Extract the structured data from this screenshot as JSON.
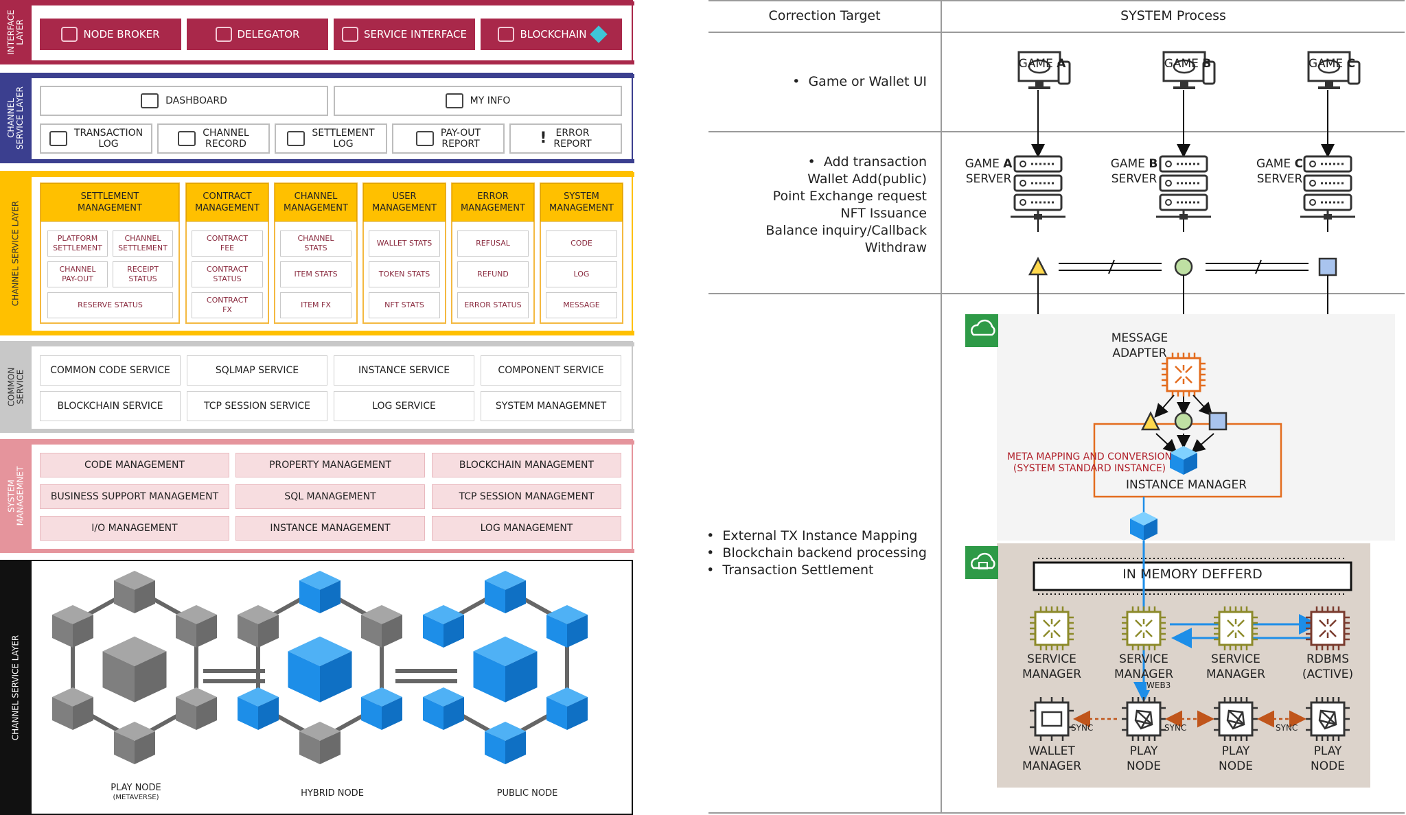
{
  "left": {
    "interface_layer": {
      "label": "INTERFACE\nLAYER",
      "color": "#a9284a",
      "buttons": [
        "NODE BROKER",
        "DELEGATOR",
        "SERVICE INTERFACE",
        "BLOCKCHAIN"
      ]
    },
    "channel_service_top": {
      "label": "CHANNEL\nSERVICE LAYER",
      "color": "#3b3f8f",
      "dashboard": "DASHBOARD",
      "my_info": "MY INFO",
      "items": [
        "TRANSACTION\nLOG",
        "CHANNEL\nRECORD",
        "SETTLEMENT\nLOG",
        "PAY-OUT\nREPORT",
        "ERROR\nREPORT"
      ]
    },
    "channel_service_mgmt": {
      "label": "CHANNEL SERVICE LAYER",
      "color": "#ffc000",
      "columns": [
        {
          "head": "SETTLEMENT\nMANAGEMENT",
          "items": [
            "PLATFORM\nSETTLEMENT",
            "CHANNEL\nSETTLEMENT",
            "CHANNEL\nPAY-OUT",
            "RECEIPT\nSTATUS",
            "RESERVE STATUS"
          ]
        },
        {
          "head": "CONTRACT\nMANAGEMENT",
          "items": [
            "CONTRACT\nFEE",
            "CONTRACT\nSTATUS",
            "CONTRACT\nFX"
          ]
        },
        {
          "head": "CHANNEL\nMANAGEMENT",
          "items": [
            "CHANNEL\nSTATS",
            "ITEM STATS",
            "ITEM FX"
          ]
        },
        {
          "head": "USER\nMANAGEMENT",
          "items": [
            "WALLET STATS",
            "TOKEN STATS",
            "NFT STATS"
          ]
        },
        {
          "head": "ERROR\nMANAGEMENT",
          "items": [
            "REFUSAL",
            "REFUND",
            "ERROR STATUS"
          ]
        },
        {
          "head": "SYSTEM\nMANAGEMENT",
          "items": [
            "CODE",
            "LOG",
            "MESSAGE"
          ]
        }
      ]
    },
    "common_service": {
      "label": "COMMON\nSERVICE",
      "color": "#c8c8c8",
      "items": [
        "COMMON CODE SERVICE",
        "SQLMAP SERVICE",
        "INSTANCE SERVICE",
        "COMPONENT SERVICE",
        "BLOCKCHAIN SERVICE",
        "TCP SESSION SERVICE",
        "LOG SERVICE",
        "SYSTEM MANAGEMNET"
      ]
    },
    "system_management": {
      "label": "SYSTEM\nMANAGEMNET",
      "color": "#e5949c",
      "items": [
        "CODE MANAGEMENT",
        "PROPERTY MANAGEMENT",
        "BLOCKCHAIN MANAGEMENT",
        "BUSINESS SUPPORT MANAGEMENT",
        "SQL MANAGEMENT",
        "TCP SESSION MANAGEMENT",
        "I/O MANAGEMENT",
        "INSTANCE MANAGEMENT",
        "LOG MANAGEMENT"
      ]
    },
    "nodes_layer": {
      "label": "CHANNEL SERVICE LAYER",
      "color": "#111111",
      "play_node": "PLAY NODE",
      "play_node_sub": "(METAVERSE)",
      "hybrid_node": "HYBRID NODE",
      "public_node": "PUBLIC NODE",
      "gray": "#7f7f7f",
      "blue": "#1d8ee8"
    }
  },
  "right": {
    "headers": {
      "target": "Correction Target",
      "process": "SYSTEM Process"
    },
    "targets": {
      "row1": "•  Game or Wallet UI",
      "row2": "•  Add transaction\nWallet Add(public)\nPoint Exchange request\nNFT Issuance\nBalance inquiry/Callback\nWithdraw",
      "row3": "•  External TX Instance Mapping\n•  Blockchain backend processing\n•  Transaction Settlement"
    },
    "games": [
      {
        "prefix": "GAME ",
        "letter": "A"
      },
      {
        "prefix": "GAME ",
        "letter": "B"
      },
      {
        "prefix": "GAME ",
        "letter": "C"
      }
    ],
    "servers": [
      {
        "prefix": "GAME ",
        "letter": "A",
        "suffix": "SERVER"
      },
      {
        "prefix": "GAME ",
        "letter": "B",
        "suffix": "SERVER"
      },
      {
        "prefix": "GAME ",
        "letter": "C",
        "suffix": "SERVER"
      }
    ],
    "message_adapter": "MESSAGE\nADAPTER",
    "meta_mapping": "META MAPPING AND CONVERSION\n(SYSTEM STANDARD INSTANCE)",
    "instance_manager": "INSTANCE MANAGER",
    "in_memory": "IN MEMORY DEFFERD",
    "service_managers": [
      "SERVICE\nMANAGER",
      "SERVICE\nMANAGER",
      "SERVICE\nMANAGER"
    ],
    "rdbms": "RDBMS\n(ACTIVE)",
    "web3": "WEB3",
    "wallet_manager": "WALLET\nMANAGER",
    "play_nodes": [
      "PLAY\nNODE",
      "PLAY\nNODE",
      "PLAY\nNODE"
    ],
    "sync": "SYNC",
    "colors": {
      "orange": "#e36c1e",
      "olive": "#8c8a2a",
      "brown": "#7a3b2e",
      "blue": "#1d8ee8",
      "green": "#2e9a47",
      "triangle": "#ffd84d",
      "circle": "#bfe0a3",
      "square": "#a9c4ee"
    }
  }
}
